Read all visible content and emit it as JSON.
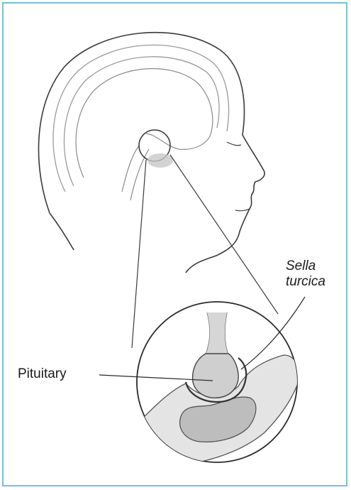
{
  "labels": {
    "pituitary": "Pituitary",
    "sella_line1": "Sella",
    "sella_line2": "turcica"
  },
  "colors": {
    "frame": "#6cc5d8",
    "ink": "#3a3a3a",
    "shade": "#bdbdbd"
  }
}
